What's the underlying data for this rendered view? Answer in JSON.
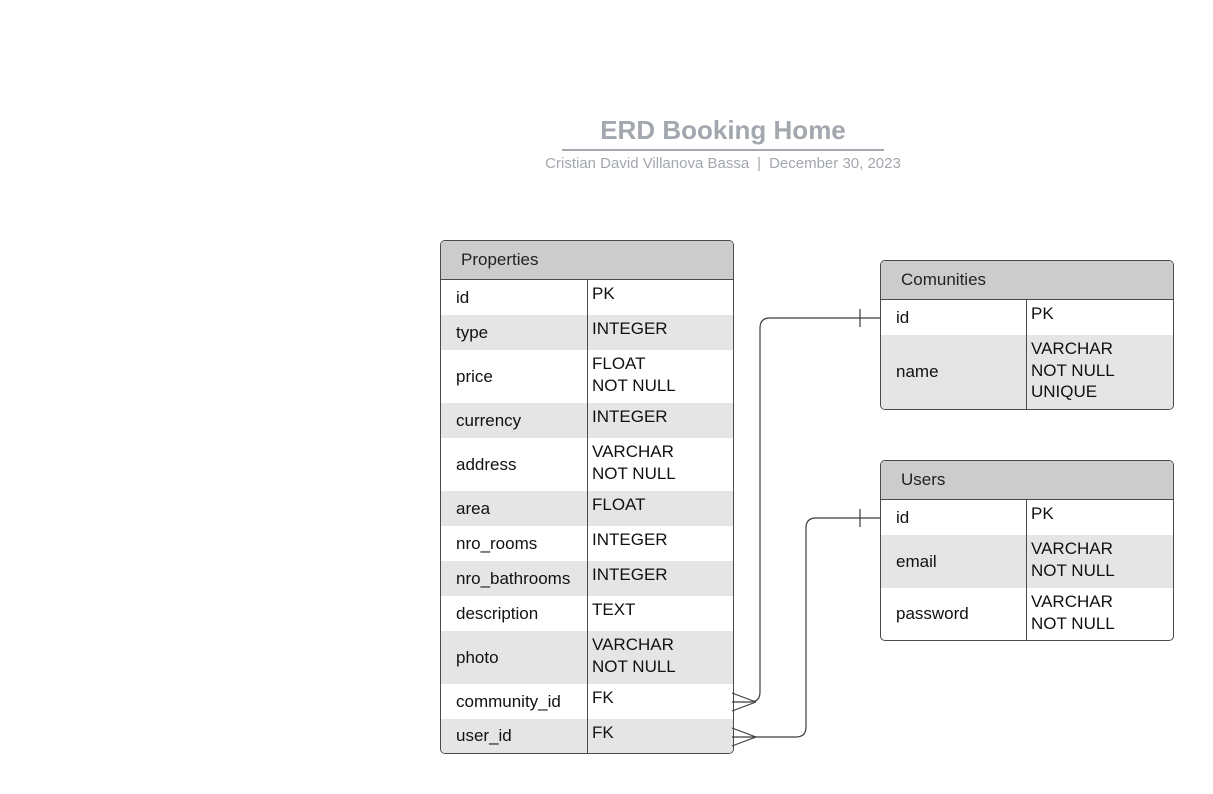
{
  "header": {
    "title": "ERD Booking Home",
    "author": "Cristian David Villanova Bassa",
    "separator": "|",
    "date": "December 30, 2023"
  },
  "tables": {
    "properties": {
      "name": "Properties",
      "rows": [
        {
          "field": "id",
          "type": "PK"
        },
        {
          "field": "type",
          "type": "INTEGER"
        },
        {
          "field": "price",
          "type": "FLOAT\nNOT NULL"
        },
        {
          "field": "currency",
          "type": "INTEGER"
        },
        {
          "field": "address",
          "type": "VARCHAR\nNOT NULL"
        },
        {
          "field": "area",
          "type": "FLOAT"
        },
        {
          "field": "nro_rooms",
          "type": "INTEGER"
        },
        {
          "field": "nro_bathrooms",
          "type": "INTEGER"
        },
        {
          "field": "description",
          "type": "TEXT"
        },
        {
          "field": "photo",
          "type": "VARCHAR\nNOT NULL"
        },
        {
          "field": "community_id",
          "type": "FK"
        },
        {
          "field": "user_id",
          "type": "FK"
        }
      ]
    },
    "comunities": {
      "name": "Comunities",
      "rows": [
        {
          "field": "id",
          "type": "PK"
        },
        {
          "field": "name",
          "type": "VARCHAR\nNOT NULL\nUNIQUE"
        }
      ]
    },
    "users": {
      "name": "Users",
      "rows": [
        {
          "field": "id",
          "type": "PK"
        },
        {
          "field": "email",
          "type": "VARCHAR\nNOT NULL"
        },
        {
          "field": "password",
          "type": "VARCHAR\nNOT NULL"
        }
      ]
    }
  },
  "relationships": [
    {
      "from": "properties.community_id",
      "to": "comunities.id",
      "from_cardinality": "many",
      "to_cardinality": "one"
    },
    {
      "from": "properties.user_id",
      "to": "users.id",
      "from_cardinality": "many",
      "to_cardinality": "one"
    }
  ],
  "colors": {
    "header_fill": "#cccccc",
    "row_shade": "#e5e5e5",
    "title": "#a3a7ae",
    "line": "#4a4a4a"
  }
}
